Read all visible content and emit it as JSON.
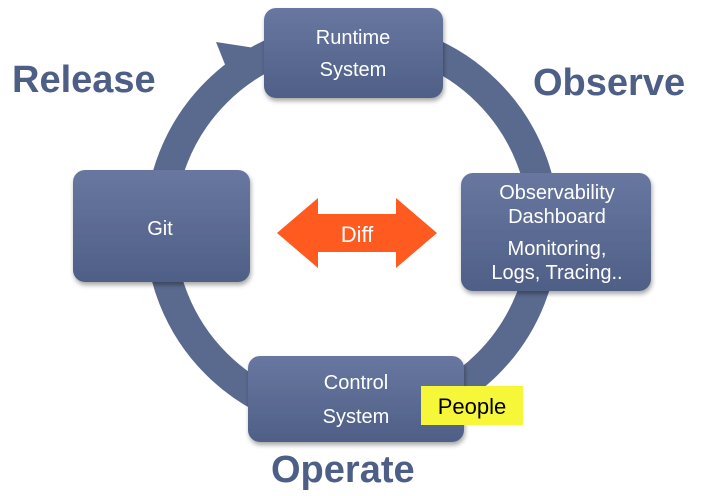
{
  "colors": {
    "ring": "#5a6a8f",
    "node": "#596a91",
    "phase_label": "#4d5f86",
    "diff_arrow": "#ff5a1f",
    "people_badge": "#f7f73a"
  },
  "phases": {
    "release": "Release",
    "observe": "Observe",
    "operate": "Operate"
  },
  "nodes": {
    "runtime": {
      "line1": "Runtime",
      "line2": "System"
    },
    "git": {
      "label": "Git"
    },
    "observability": {
      "line1": "Observability",
      "line2": "Dashboard",
      "line3": "Monitoring,",
      "line4": "Logs, Tracing.."
    },
    "control": {
      "line1": "Control",
      "line2": "System"
    }
  },
  "diff": {
    "label": "Diff"
  },
  "people": {
    "label": "People"
  }
}
